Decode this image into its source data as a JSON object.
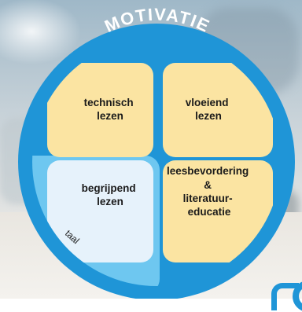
{
  "diagram": {
    "title": "MOTIVATIE",
    "outer_label": "taal",
    "quadrants": [
      {
        "id": "technisch-lezen",
        "lines": [
          "technisch",
          "lezen"
        ]
      },
      {
        "id": "vloeiend-lezen",
        "lines": [
          "vloeiend",
          "lezen"
        ]
      },
      {
        "id": "begrijpend-lezen",
        "lines": [
          "begrijpend",
          "lezen"
        ]
      },
      {
        "id": "leesbevordering",
        "lines": [
          "leesbevordering",
          "&",
          "literatuur-",
          "educatie"
        ]
      }
    ],
    "colors": {
      "ring": "#1f95d7",
      "quadrant_fill": "#fbe4a2",
      "begrijpend_fill": "#e6f2fb",
      "taal_fill": "#6ec7f0",
      "title_text": "#ffffff"
    }
  }
}
